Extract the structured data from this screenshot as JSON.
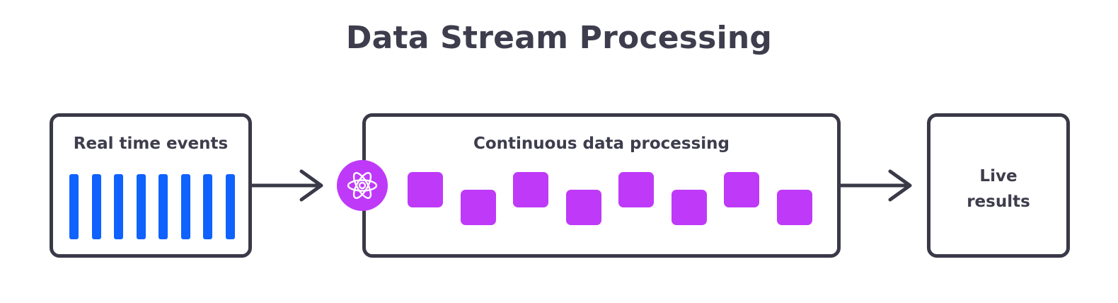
{
  "title": "Data Stream Processing",
  "stages": {
    "events": {
      "label": "Real time events",
      "event_count": 8
    },
    "processing": {
      "label": "Continuous data processing",
      "packet_count": 8,
      "icon": "atom-icon"
    },
    "results": {
      "label": "Live\nresults"
    }
  },
  "colors": {
    "event_bar": "#0f62fe",
    "packet": "#be3af8",
    "processor": "#be3af8",
    "stroke": "#393948",
    "text": "#3d3d4d"
  }
}
